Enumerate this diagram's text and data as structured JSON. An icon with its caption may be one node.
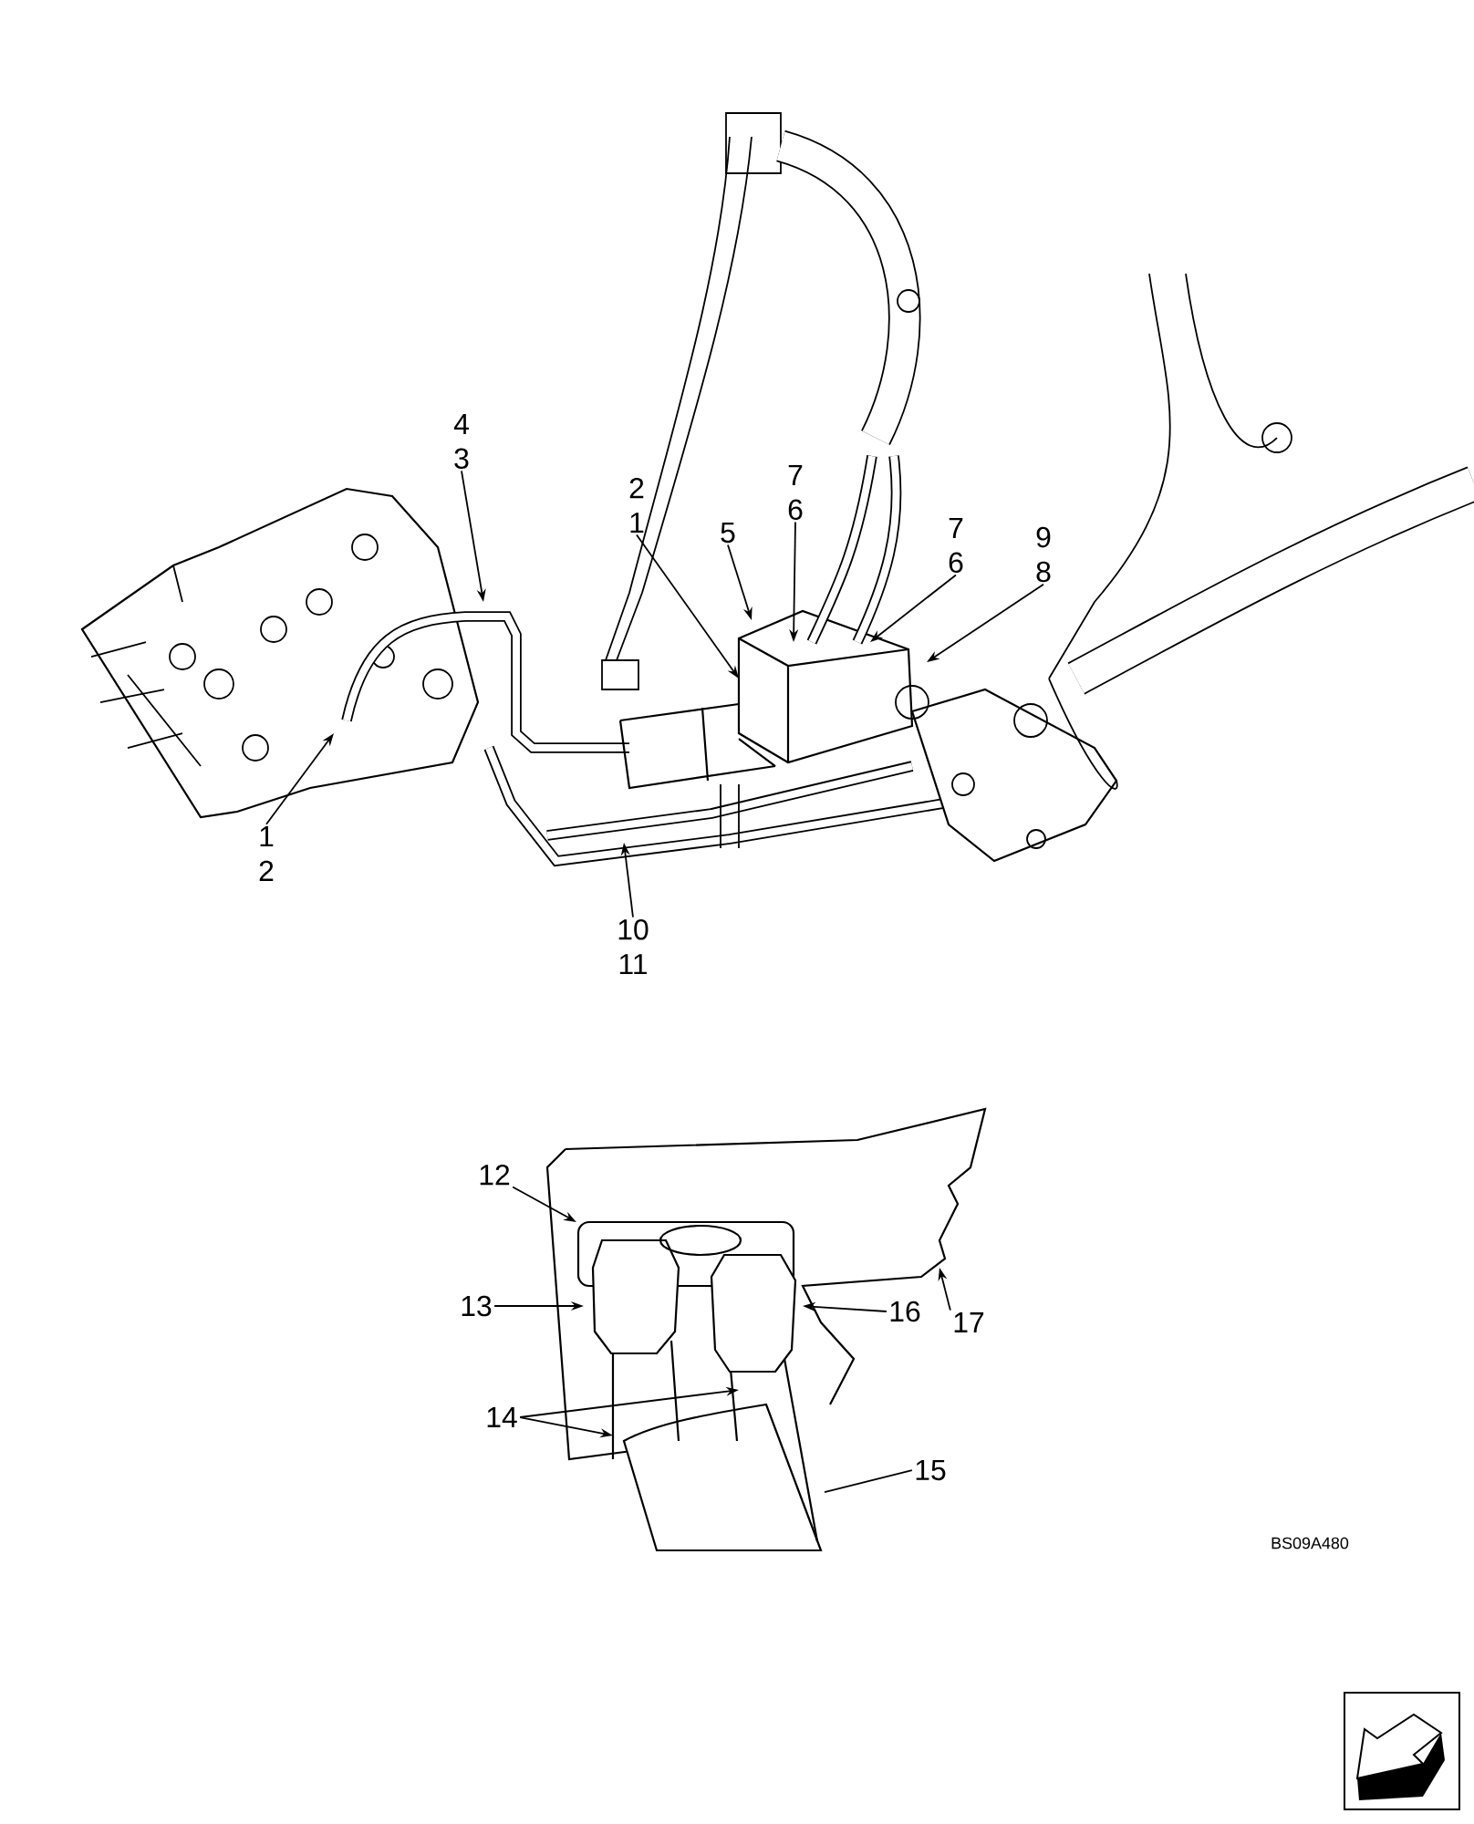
{
  "diagram": {
    "nodes": [
      {
        "text": [
          "4",
          "3"
        ]
      },
      {
        "text": [
          "2",
          "1"
        ]
      },
      {
        "text": [
          "5"
        ]
      },
      {
        "text": [
          "7",
          "6"
        ]
      },
      {
        "text": [
          "7",
          "6"
        ]
      },
      {
        "text": [
          "9",
          "8"
        ]
      },
      {
        "text": [
          "1",
          "2"
        ]
      },
      {
        "text": [
          "10",
          "11"
        ]
      },
      {
        "text": [
          "12"
        ]
      },
      {
        "text": [
          "13"
        ]
      },
      {
        "text": [
          "14"
        ]
      },
      {
        "text": [
          "15"
        ]
      },
      {
        "text": [
          "16"
        ]
      },
      {
        "text": [
          "17"
        ]
      }
    ],
    "edges": [
      {
        "from": 0,
        "to": null,
        "arrow": "to"
      },
      {
        "from": 1,
        "to": null,
        "arrow": "to"
      },
      {
        "from": 2,
        "to": null,
        "arrow": "to"
      },
      {
        "from": 3,
        "to": null,
        "arrow": "to"
      },
      {
        "from": 4,
        "to": null,
        "arrow": "to"
      },
      {
        "from": 5,
        "to": null,
        "arrow": "to"
      },
      {
        "from": 6,
        "to": null,
        "arrow": "to"
      },
      {
        "from": 7,
        "to": null,
        "arrow": "to"
      },
      {
        "from": 8,
        "to": null,
        "arrow": "to"
      },
      {
        "from": 9,
        "to": null,
        "arrow": "to"
      },
      {
        "from": 10,
        "to": null,
        "arrow": "to"
      },
      {
        "from": 10,
        "to": null,
        "arrow": "to"
      },
      {
        "from": 11,
        "to": null,
        "arrow": "none"
      },
      {
        "from": 12,
        "to": null,
        "arrow": "to"
      },
      {
        "from": 13,
        "to": null,
        "arrow": "to"
      }
    ],
    "labels": [
      "BS09A480"
    ]
  }
}
